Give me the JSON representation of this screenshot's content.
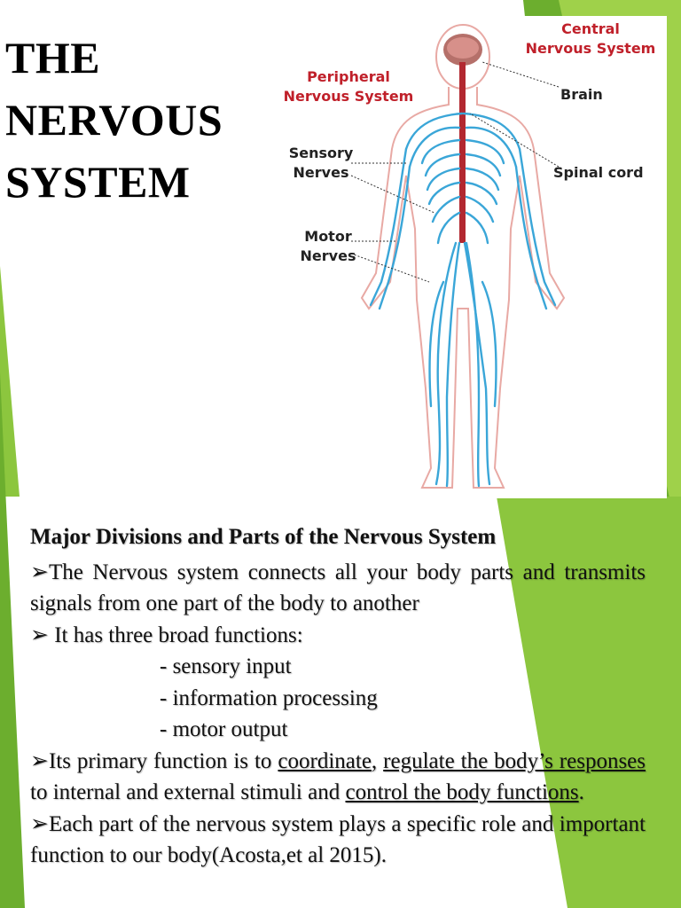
{
  "slide": {
    "title_lines": [
      "THE",
      "NERVOUS",
      "SYSTEM"
    ],
    "colors": {
      "green_dark": "#6cae2e",
      "green_light": "#9fd14a",
      "nerve_blue": "#3aa6d8",
      "cord_red": "#b22830",
      "label_red": "#c0202a"
    }
  },
  "figure": {
    "labels": {
      "central_1": "Central",
      "central_2": "Nervous System",
      "peripheral_1": "Peripheral",
      "peripheral_2": "Nervous System",
      "brain": "Brain",
      "spinal": "Spinal cord",
      "sensory_1": "Sensory",
      "sensory_2": "Nerves",
      "motor_1": "Motor",
      "motor_2": "Nerves"
    }
  },
  "content": {
    "heading": "Major Divisions and Parts of the Nervous System",
    "bullet_glyph": "➢",
    "b1": "The Nervous system connects all your body parts and transmits signals from one part of the body to another",
    "b2": " It has three broad functions:",
    "f1": " - sensory input",
    "f2": "- information processing",
    "f3": "- motor output",
    "b3_pre": "Its primary function is to ",
    "b3_u1": "coordinate",
    "b3_mid": ", ",
    "b3_u2": "regulate the body’s responses ",
    "b3_after": "to internal and external stimuli and ",
    "b3_u3": "control the body functions",
    "b3_end": ".",
    "b4": "Each part of the nervous system plays a specific role and important function to our body(Acosta,et al 2015)."
  }
}
